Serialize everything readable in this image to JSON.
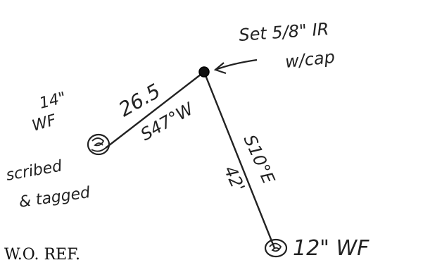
{
  "sketch": {
    "monument_label": "Set 5/8\" IR",
    "monument_label_line2": "w/cap",
    "left_tree_size": "14\"",
    "left_tree_type": "WF",
    "left_tree_note_line1": "scribed",
    "left_tree_note_line2": "& tagged",
    "line_nw_distance": "26.5",
    "line_nw_bearing": "S47°W",
    "line_se_bearing": "S10°E",
    "line_se_distance": "42'",
    "bottom_tree_label": "12\" WF",
    "caption": "W.O. REF."
  },
  "colors": {
    "ink": "#222222",
    "background": "#ffffff"
  }
}
